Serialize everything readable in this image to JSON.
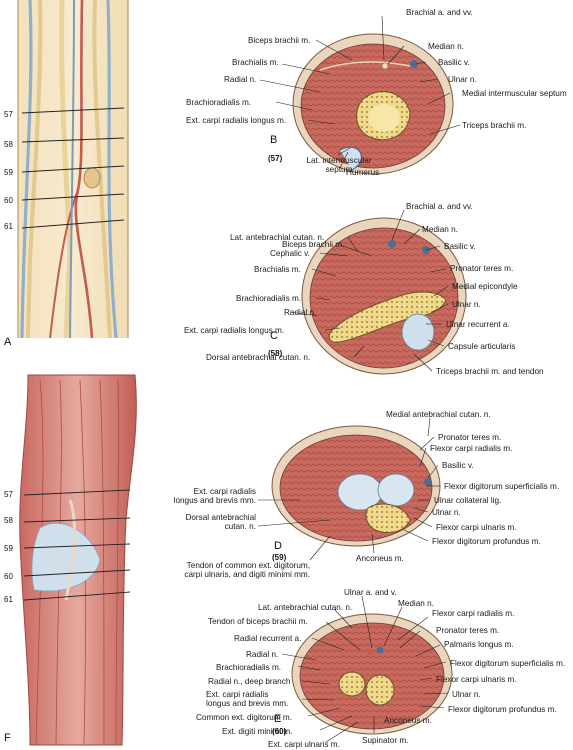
{
  "panels": {
    "A": "A",
    "B": "B",
    "C": "C",
    "D": "D",
    "E": "E",
    "F": "F",
    "B_num": "(57)",
    "C_num": "(58)",
    "D_num": "(59)",
    "E_num": "(60)"
  },
  "levels_A": [
    "57",
    "58",
    "59",
    "60",
    "61"
  ],
  "levels_F": [
    "57",
    "58",
    "59",
    "60",
    "61"
  ],
  "B": {
    "brachial_a": "Brachial a. and vv.",
    "biceps": "Biceps brachii m.",
    "median": "Median n.",
    "brachialis": "Brachialis m.",
    "basilic": "Basilic v.",
    "radial_n": "Radial n.",
    "ulnar_n": "Ulnar n.",
    "medial_septum": "Medial intermuscular septum",
    "brachioradialis": "Brachioradialis m.",
    "ecrl": "Ext. carpi radialis longus m.",
    "triceps": "Triceps brachii m.",
    "lat_septum_1": "Lat. intermuscular",
    "lat_septum_2": "septum",
    "humerus": "Humerus"
  },
  "C": {
    "brachial_a": "Brachial a. and vv.",
    "biceps": "Biceps brachii m.",
    "median": "Median n.",
    "lat_antebrachial": "Lat. antebrachial cutan. n.",
    "basilic": "Basilic v.",
    "cephalic": "Cephalic v.",
    "pronator": "Pronator teres m.",
    "brachialis": "Brachialis m.",
    "medial_epicondyle": "Medial epicondyle",
    "brachioradialis": "Brachioradialis m.",
    "ulnar_n": "Ulnar n.",
    "radial_n": "Radial n.",
    "ecrl": "Ext. carpi radialis longus m.",
    "ulnar_recurrent": "Ulnar recurrent a.",
    "capsule": "Capsule articularis",
    "dorsal_antebrachial": "Dorsal antebrachial cutan. n.",
    "triceps": "Triceps brachii m. and tendon"
  },
  "D": {
    "medial_antebrachial": "Medial antebrachial cutan. n.",
    "pronator": "Pronator teres m.",
    "fcr": "Flexor carpi radialis m.",
    "basilic": "Basilic v.",
    "fds": "Flexor digitorum superficialis m.",
    "ecrlb_1": "Ext. carpi radialis",
    "ecrlb_2": "longus and brevis mm.",
    "ulnar_collateral": "Ulnar collateral lig.",
    "ulnar_n": "Ulnar n.",
    "dorsal_1": "Dorsal antebrachial",
    "dorsal_2": "cutan. n.",
    "fcu": "Flexor carpi ulnaris m.",
    "fdp": "Flexor digitorum profundus m.",
    "tendon_1": "Tendon of common ext. digitorum,",
    "tendon_2": "carpi ulnaris, and digiti minimi mm.",
    "anconeus": "Anconeus m."
  },
  "E": {
    "ulnar_a": "Ulnar a. and v.",
    "lat_antebrachial": "Lat. antebrachial cutan. n.",
    "median": "Median n.",
    "fcr": "Flexor carpi radialis m.",
    "tendon_biceps": "Tendon of biceps brachii m.",
    "pronator": "Pronator teres m.",
    "radial_recurrent": "Radial recurrent a.",
    "palmaris": "Palmaris longus m.",
    "radial_n": "Radial n.",
    "brachioradialis": "Brachioradialis m.",
    "fds": "Flexor digitorum superficialis m.",
    "radial_deep": "Radial n., deep branch",
    "fcu": "Flexor carpi ulnaris m.",
    "ecrlb_1": "Ext. carpi radialis",
    "ecrlb_2": "longus and brevis mm.",
    "ulnar_n": "Ulnar n.",
    "fdp": "Flexor digitorum profundus m.",
    "common_ext": "Common ext. digitorum m.",
    "anconeus": "Anconeus m.",
    "ext_digiti": "Ext. digiti minimi m.",
    "ecu": "Ext. carpi ulnaris m.",
    "supinator": "Supinator m."
  }
}
